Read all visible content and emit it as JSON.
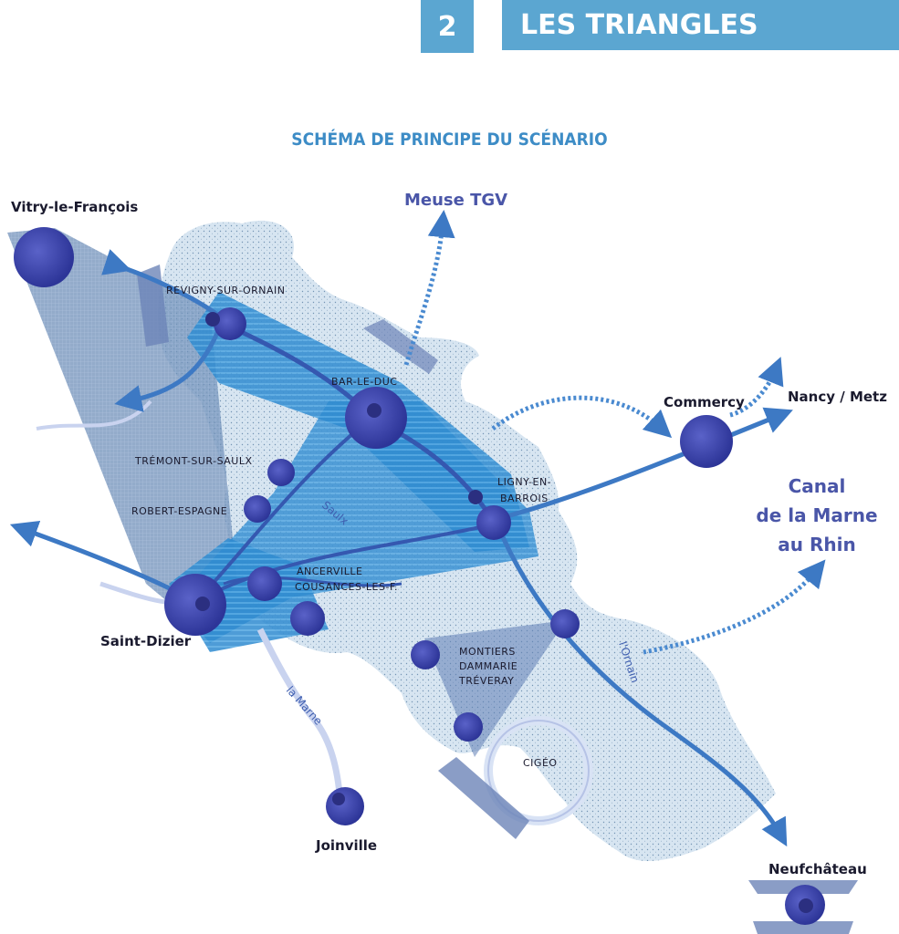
{
  "header": {
    "number": "2",
    "title": "LES TRIANGLES"
  },
  "subtitle": "SCHÉMA DE PRINCIPE DU SCÉNARIO",
  "cities": {
    "vitry": "Vitry-le-François",
    "saint_dizier": "Saint-Dizier",
    "joinville": "Joinville",
    "commercy": "Commercy",
    "neufchateau": "Neufchâteau",
    "nancy_metz": "Nancy / Metz"
  },
  "towns": {
    "revigny": "REVIGNY-SUR-ORNAIN",
    "bar_le_duc": "BAR-LE-DUC",
    "tremont": "TRÉMONT-SUR-SAULX",
    "robert_espagne": "ROBERT-ESPAGNE",
    "ligny_1": "LIGNY-EN-",
    "ligny_2": "BARROIS",
    "ancerville_1": "ANCERVILLE",
    "ancerville_2": "COUSANCES-LES-F.",
    "montiers_1": "MONTIERS",
    "montiers_2": "DAMMARIE",
    "montiers_3": "TRÉVERAY",
    "cigeo": "CIGÉO"
  },
  "external": {
    "meuse_tgv": "Meuse TGV",
    "canal_1": "Canal",
    "canal_2": "de la Marne",
    "canal_3": "au Rhin"
  },
  "rivers": {
    "marne": "la Marne",
    "ornain": "l'Ornain",
    "saulx": "Saulx"
  },
  "colors": {
    "header": "#5ba6d1",
    "territory": "#cfe0ee",
    "triangle": "#3a86c8",
    "node": "#3b44a8",
    "arrow": "#3d79c4"
  }
}
